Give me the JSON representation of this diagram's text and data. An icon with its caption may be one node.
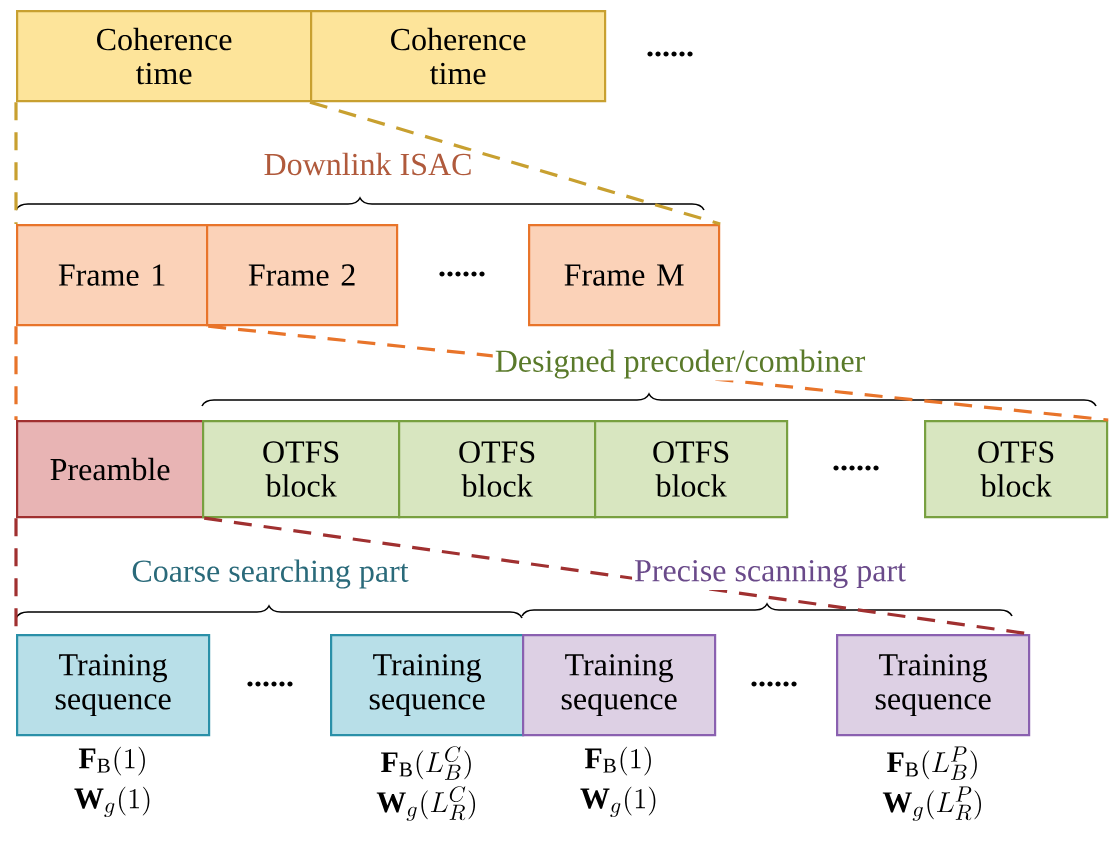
{
  "diagram": {
    "nodes": [
      {
        "text": [
          "Coherence time"
        ]
      },
      {
        "text": [
          "Coherence time"
        ]
      },
      {
        "text": [
          "Frame 1"
        ]
      },
      {
        "text": [
          "Frame 2"
        ]
      },
      {
        "text": [
          "Frame M"
        ]
      },
      {
        "text": [
          "Preamble"
        ]
      },
      {
        "text": [
          "OTFS block"
        ]
      },
      {
        "text": [
          "OTFS block"
        ]
      },
      {
        "text": [
          "OTFS block"
        ]
      },
      {
        "text": [
          "OTFS block"
        ]
      },
      {
        "text": [
          "Training sequence"
        ],
        "beside": [
          "\\mathbf{F}_{\\mathrm{B}}(1)",
          "\\mathbf{W}_{g}(1)"
        ]
      },
      {
        "text": [
          "Training sequence"
        ],
        "beside": [
          "\\mathbf{F}_{\\mathrm{B}}(L_B^C)",
          "\\mathbf{W}_{g}(L_R^C)"
        ]
      },
      {
        "text": [
          "Training sequence"
        ],
        "beside": [
          "\\mathbf{F}_{\\mathrm{B}}(1)",
          "\\mathbf{W}_{g}(1)"
        ]
      },
      {
        "text": [
          "Training sequence"
        ],
        "beside": [
          "\\mathbf{F}_{\\mathrm{B}}(L_B^P)",
          "\\mathbf{W}_{g}(L_R^P)"
        ]
      }
    ],
    "edges": [
      {
        "from": 0,
        "to": 2,
        "arrow": "none",
        "style": "dashed",
        "color": "#c8a030"
      },
      {
        "from": 1,
        "to": 4,
        "arrow": "none",
        "style": "dashed",
        "color": "#c8a030"
      },
      {
        "from": 2,
        "to": 5,
        "arrow": "none",
        "style": "dashed",
        "color": "#e8742a"
      },
      {
        "from": 2,
        "to": 9,
        "arrow": "none",
        "style": "dashed",
        "color": "#e8742a"
      },
      {
        "from": 5,
        "to": 10,
        "arrow": "none",
        "style": "dashed",
        "color": "#a03030"
      },
      {
        "from": 5,
        "to": 13,
        "arrow": "none",
        "style": "dashed",
        "color": "#a03030"
      }
    ],
    "labels": [
      "......",
      "Downlink ISAC",
      "......",
      "Designed precoder/combiner",
      "......",
      "Coarse searching part",
      "Precise scanning part",
      "......",
      "......"
    ]
  }
}
